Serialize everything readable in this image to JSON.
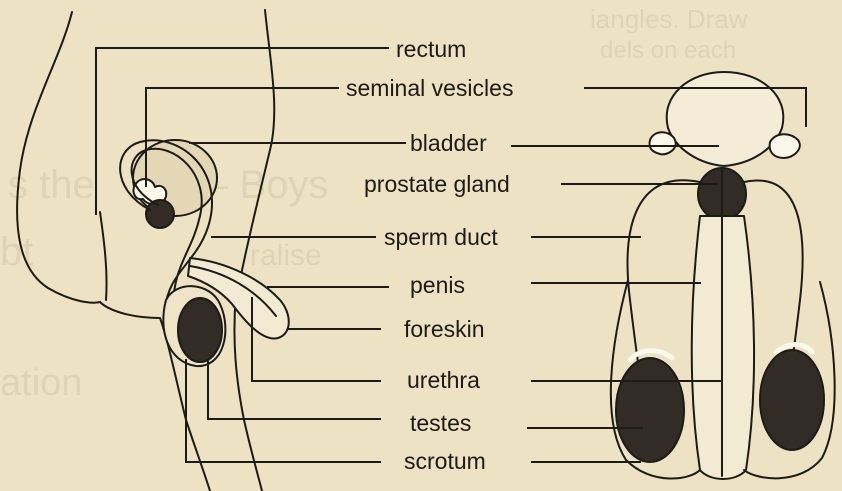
{
  "labels": {
    "rectum": "rectum",
    "seminal_vesicles": "seminal vesicles",
    "bladder": "bladder",
    "prostate_gland": "prostate gland",
    "sperm_duct": "sperm duct",
    "penis": "penis",
    "foreskin": "foreskin",
    "urethra": "urethra",
    "testes": "testes",
    "scrotum": "scrotum"
  },
  "colors": {
    "paper": "#eee2c4",
    "ink": "#1e1a16",
    "shade": "#332c26",
    "highlight": "#fbf7ea"
  }
}
